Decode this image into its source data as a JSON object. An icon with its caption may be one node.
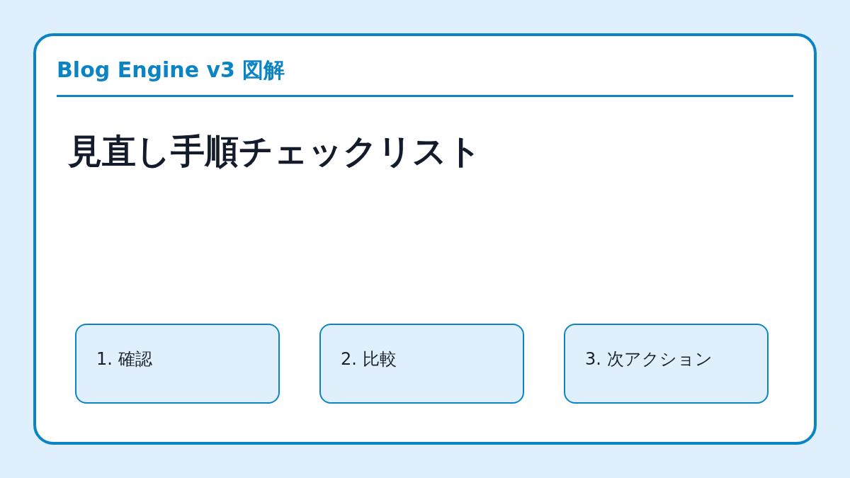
{
  "diagram": {
    "nodes": [
      {
        "text": [
          "Blog Engine v3 図解",
          "見直し手順チェックリスト"
        ]
      },
      {
        "text": [
          "1. 確認"
        ],
        "in": 0
      },
      {
        "text": [
          "2. 比較"
        ],
        "in": 0
      },
      {
        "text": [
          "3. 次アクション"
        ],
        "in": 0
      }
    ],
    "edges": []
  }
}
